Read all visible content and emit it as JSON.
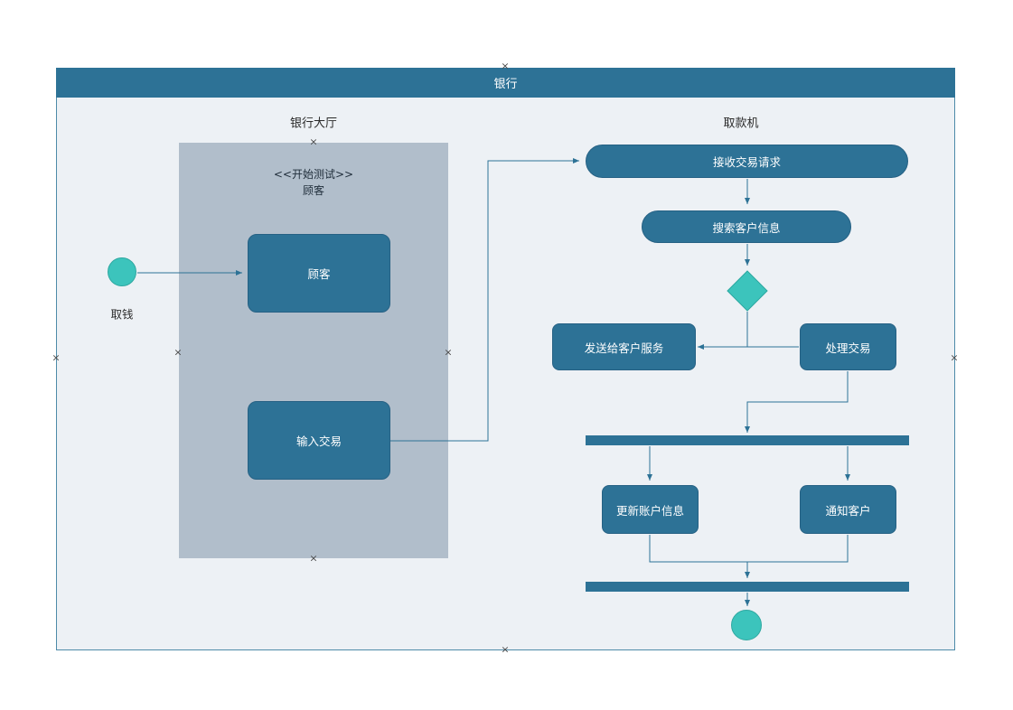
{
  "colors": {
    "primary": "#2d7296",
    "accent_teal": "#3cc4bc",
    "partition_gray": "#b1becb",
    "frame_background": "#edf1f5"
  },
  "pool": {
    "title": "银行"
  },
  "lanes": [
    {
      "label": "银行大厅"
    },
    {
      "label": "取款机"
    }
  ],
  "partition": {
    "stereotype": "<<开始测试>>",
    "label": "顾客"
  },
  "start": {
    "label": "取钱"
  },
  "nodes": {
    "customer": {
      "label": "顾客"
    },
    "input_transaction": {
      "label": "输入交易"
    },
    "receive_request": {
      "label": "接收交易请求"
    },
    "search_customer_info": {
      "label": "搜索客户信息"
    },
    "send_to_service": {
      "label": "发送给客户服务"
    },
    "process_transaction": {
      "label": "处理交易"
    },
    "update_account": {
      "label": "更新账户信息"
    },
    "notify_customer": {
      "label": "通知客户"
    }
  },
  "handle_glyph": "×"
}
